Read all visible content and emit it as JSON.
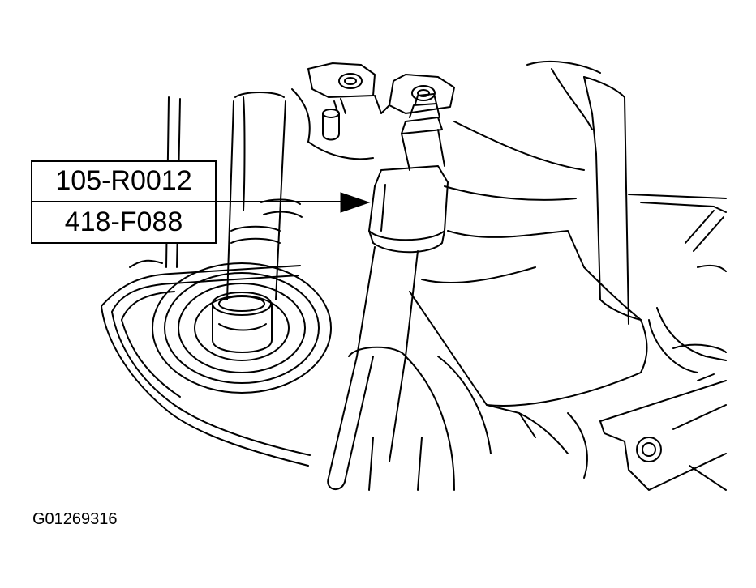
{
  "callout": {
    "tool_number": "105-R0012",
    "part_number": "418-F088"
  },
  "figure_id": "G01269316",
  "colors": {
    "line": "#000000",
    "background": "#ffffff"
  },
  "icons": [
    "arrow-pointer"
  ]
}
